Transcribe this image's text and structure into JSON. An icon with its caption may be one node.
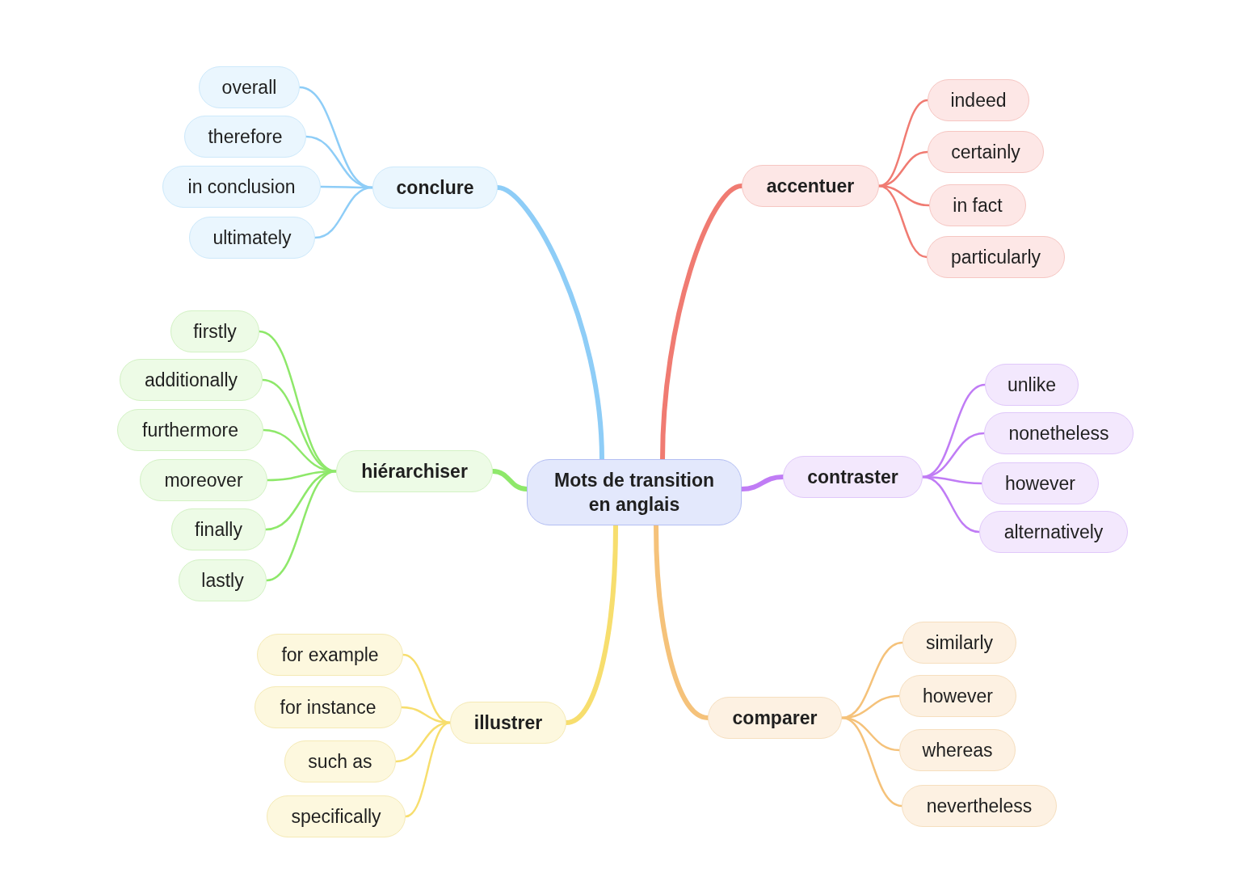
{
  "diagram": {
    "nodes": [
      {
        "text": [
          "Mots de transition en anglais"
        ]
      },
      {
        "text": [
          "conclure"
        ]
      },
      {
        "text": [
          "overall"
        ]
      },
      {
        "text": [
          "therefore"
        ]
      },
      {
        "text": [
          "in conclusion"
        ]
      },
      {
        "text": [
          "ultimately"
        ]
      },
      {
        "text": [
          "accentuer"
        ]
      },
      {
        "text": [
          "indeed"
        ]
      },
      {
        "text": [
          "certainly"
        ]
      },
      {
        "text": [
          "in fact"
        ]
      },
      {
        "text": [
          "particularly"
        ]
      },
      {
        "text": [
          "hiérarchiser"
        ]
      },
      {
        "text": [
          "firstly"
        ]
      },
      {
        "text": [
          "additionally"
        ]
      },
      {
        "text": [
          "furthermore"
        ]
      },
      {
        "text": [
          "moreover"
        ]
      },
      {
        "text": [
          "finally"
        ]
      },
      {
        "text": [
          "lastly"
        ]
      },
      {
        "text": [
          "contraster"
        ]
      },
      {
        "text": [
          "unlike"
        ]
      },
      {
        "text": [
          "nonetheless"
        ]
      },
      {
        "text": [
          "however"
        ]
      },
      {
        "text": [
          "alternatively"
        ]
      },
      {
        "text": [
          "illustrer"
        ]
      },
      {
        "text": [
          "for example"
        ]
      },
      {
        "text": [
          "for instance"
        ]
      },
      {
        "text": [
          "such as"
        ]
      },
      {
        "text": [
          "specifically"
        ]
      },
      {
        "text": [
          "comparer"
        ]
      },
      {
        "text": [
          "similarly"
        ]
      },
      {
        "text": [
          "however"
        ]
      },
      {
        "text": [
          "whereas"
        ]
      },
      {
        "text": [
          "nevertheless"
        ]
      }
    ],
    "edges": [
      {
        "from": 0,
        "to": 1,
        "arrow": "none",
        "style": "thick",
        "color": "#8ecdf7"
      },
      {
        "from": 1,
        "to": 2,
        "arrow": "none",
        "color": "#8ecdf7"
      },
      {
        "from": 1,
        "to": 3,
        "arrow": "none",
        "color": "#8ecdf7"
      },
      {
        "from": 1,
        "to": 4,
        "arrow": "none",
        "color": "#8ecdf7"
      },
      {
        "from": 1,
        "to": 5,
        "arrow": "none",
        "color": "#8ecdf7"
      },
      {
        "from": 0,
        "to": 6,
        "arrow": "none",
        "style": "thick",
        "color": "#f07b72"
      },
      {
        "from": 6,
        "to": 7,
        "arrow": "none",
        "color": "#f07b72"
      },
      {
        "from": 6,
        "to": 8,
        "arrow": "none",
        "color": "#f07b72"
      },
      {
        "from": 6,
        "to": 9,
        "arrow": "none",
        "color": "#f07b72"
      },
      {
        "from": 6,
        "to": 10,
        "arrow": "none",
        "color": "#f07b72"
      },
      {
        "from": 0,
        "to": 11,
        "arrow": "none",
        "style": "thick",
        "color": "#8ee86a"
      },
      {
        "from": 11,
        "to": 12,
        "arrow": "none",
        "color": "#8ee86a"
      },
      {
        "from": 11,
        "to": 13,
        "arrow": "none",
        "color": "#8ee86a"
      },
      {
        "from": 11,
        "to": 14,
        "arrow": "none",
        "color": "#8ee86a"
      },
      {
        "from": 11,
        "to": 15,
        "arrow": "none",
        "color": "#8ee86a"
      },
      {
        "from": 11,
        "to": 16,
        "arrow": "none",
        "color": "#8ee86a"
      },
      {
        "from": 11,
        "to": 17,
        "arrow": "none",
        "color": "#8ee86a"
      },
      {
        "from": 0,
        "to": 18,
        "arrow": "none",
        "style": "thick",
        "color": "#c07cf5"
      },
      {
        "from": 18,
        "to": 19,
        "arrow": "none",
        "color": "#c07cf5"
      },
      {
        "from": 18,
        "to": 20,
        "arrow": "none",
        "color": "#c07cf5"
      },
      {
        "from": 18,
        "to": 21,
        "arrow": "none",
        "color": "#c07cf5"
      },
      {
        "from": 18,
        "to": 22,
        "arrow": "none",
        "color": "#c07cf5"
      },
      {
        "from": 0,
        "to": 23,
        "arrow": "none",
        "style": "thick",
        "color": "#f7de6e"
      },
      {
        "from": 23,
        "to": 24,
        "arrow": "none",
        "color": "#f7de6e"
      },
      {
        "from": 23,
        "to": 25,
        "arrow": "none",
        "color": "#f7de6e"
      },
      {
        "from": 23,
        "to": 26,
        "arrow": "none",
        "color": "#f7de6e"
      },
      {
        "from": 23,
        "to": 27,
        "arrow": "none",
        "color": "#f7de6e"
      },
      {
        "from": 0,
        "to": 28,
        "arrow": "none",
        "style": "thick",
        "color": "#f5c27a"
      },
      {
        "from": 28,
        "to": 29,
        "arrow": "none",
        "color": "#f5c27a"
      },
      {
        "from": 28,
        "to": 30,
        "arrow": "none",
        "color": "#f5c27a"
      },
      {
        "from": 28,
        "to": 31,
        "arrow": "none",
        "color": "#f5c27a"
      },
      {
        "from": 28,
        "to": 32,
        "arrow": "none",
        "color": "#f5c27a"
      }
    ]
  }
}
